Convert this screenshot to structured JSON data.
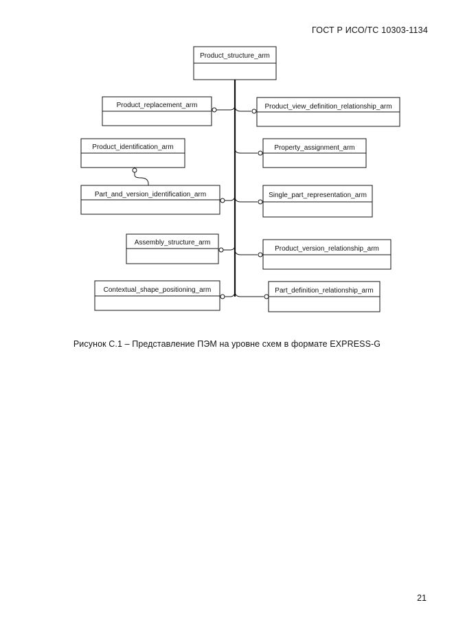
{
  "document": {
    "header": "ГОСТ Р ИСО/ТС 10303-1134",
    "page_number": "21",
    "caption": "Рисунок С.1 – Представление ПЭМ на уровне схем в формате EXPRESS-G"
  },
  "diagram": {
    "root": "Product_structure_arm",
    "left_entities": [
      "Product_replacement_arm",
      "Product_identification_arm",
      "Part_and_version_identification_arm",
      "Assembly_structure_arm",
      "Contextual_shape_positioning_arm"
    ],
    "right_entities": [
      "Product_view_definition_relationship_arm",
      "Property_assignment_arm",
      "Single_part_representation_arm",
      "Product_version_relationship_arm",
      "Part_definition_relationship_arm"
    ]
  }
}
